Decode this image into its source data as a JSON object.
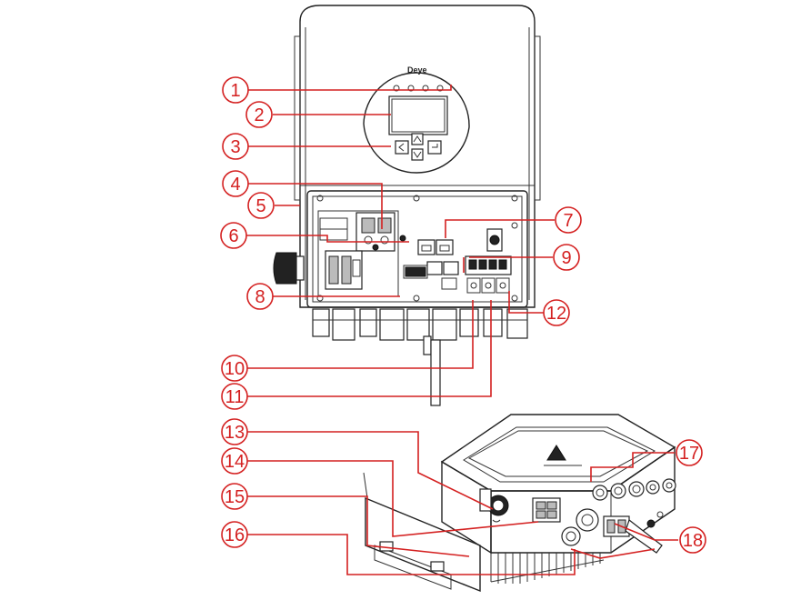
{
  "brand_text": "Deye",
  "callouts": [
    {
      "id": 1,
      "label": "1"
    },
    {
      "id": 2,
      "label": "2"
    },
    {
      "id": 3,
      "label": "3"
    },
    {
      "id": 4,
      "label": "4"
    },
    {
      "id": 5,
      "label": "5"
    },
    {
      "id": 6,
      "label": "6"
    },
    {
      "id": 7,
      "label": "7"
    },
    {
      "id": 8,
      "label": "8"
    },
    {
      "id": 9,
      "label": "9"
    },
    {
      "id": 10,
      "label": "10"
    },
    {
      "id": 11,
      "label": "11"
    },
    {
      "id": 12,
      "label": "12"
    },
    {
      "id": 13,
      "label": "13"
    },
    {
      "id": 14,
      "label": "14"
    },
    {
      "id": 15,
      "label": "15"
    },
    {
      "id": 16,
      "label": "16"
    },
    {
      "id": 17,
      "label": "17"
    },
    {
      "id": 18,
      "label": "18"
    }
  ],
  "colors": {
    "callout": "#d42020",
    "line": "#222222"
  }
}
